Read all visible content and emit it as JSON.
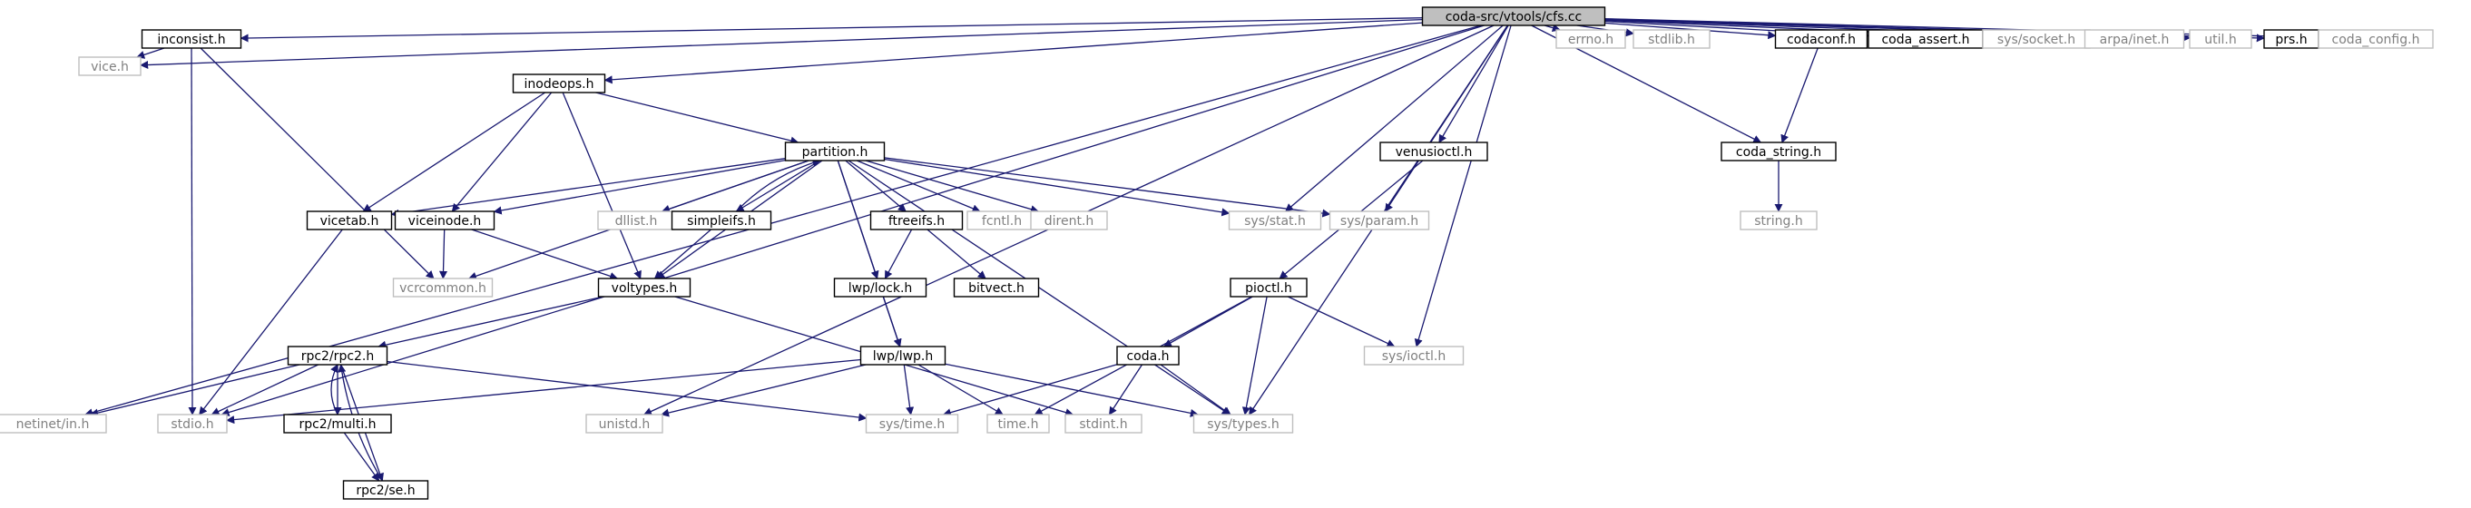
{
  "colors": {
    "edge": "#191970",
    "root_fill": "#bfbfbf",
    "node_border": "#000000",
    "missing_border": "#bfbfbf",
    "missing_text": "#808080",
    "text": "#000000"
  },
  "nodes": [
    {
      "id": "cfs",
      "label": "coda-src/vtools/cfs.cc",
      "kind": "root"
    },
    {
      "id": "inconsist",
      "label": "inconsist.h",
      "kind": "file"
    },
    {
      "id": "inodeops",
      "label": "inodeops.h",
      "kind": "file"
    },
    {
      "id": "errno",
      "label": "errno.h",
      "kind": "missing"
    },
    {
      "id": "stdlib",
      "label": "stdlib.h",
      "kind": "missing"
    },
    {
      "id": "codaconf",
      "label": "codaconf.h",
      "kind": "file"
    },
    {
      "id": "coda_assert",
      "label": "coda_assert.h",
      "kind": "file"
    },
    {
      "id": "syssocket",
      "label": "sys/socket.h",
      "kind": "missing"
    },
    {
      "id": "arpainet",
      "label": "arpa/inet.h",
      "kind": "missing"
    },
    {
      "id": "util",
      "label": "util.h",
      "kind": "missing"
    },
    {
      "id": "prs",
      "label": "prs.h",
      "kind": "file"
    },
    {
      "id": "coda_config",
      "label": "coda_config.h",
      "kind": "missing"
    },
    {
      "id": "vice",
      "label": "vice.h",
      "kind": "missing"
    },
    {
      "id": "partition",
      "label": "partition.h",
      "kind": "file"
    },
    {
      "id": "venusioctl",
      "label": "venusioctl.h",
      "kind": "file"
    },
    {
      "id": "coda_string",
      "label": "coda_string.h",
      "kind": "file"
    },
    {
      "id": "string",
      "label": "string.h",
      "kind": "missing"
    },
    {
      "id": "vicetab",
      "label": "vicetab.h",
      "kind": "file"
    },
    {
      "id": "viceinode",
      "label": "viceinode.h",
      "kind": "file"
    },
    {
      "id": "dllist",
      "label": "dllist.h",
      "kind": "missing"
    },
    {
      "id": "simpleifs",
      "label": "simpleifs.h",
      "kind": "file"
    },
    {
      "id": "ftreeifs",
      "label": "ftreeifs.h",
      "kind": "file"
    },
    {
      "id": "fcntl",
      "label": "fcntl.h",
      "kind": "missing"
    },
    {
      "id": "dirent",
      "label": "dirent.h",
      "kind": "missing"
    },
    {
      "id": "sysstat",
      "label": "sys/stat.h",
      "kind": "missing"
    },
    {
      "id": "sysparam",
      "label": "sys/param.h",
      "kind": "missing"
    },
    {
      "id": "vcrcommon",
      "label": "vcrcommon.h",
      "kind": "missing"
    },
    {
      "id": "voltypes",
      "label": "voltypes.h",
      "kind": "file"
    },
    {
      "id": "lwplock",
      "label": "lwp/lock.h",
      "kind": "file"
    },
    {
      "id": "bitvect",
      "label": "bitvect.h",
      "kind": "file"
    },
    {
      "id": "pioctl",
      "label": "pioctl.h",
      "kind": "file"
    },
    {
      "id": "rpc2",
      "label": "rpc2/rpc2.h",
      "kind": "file"
    },
    {
      "id": "lwp",
      "label": "lwp/lwp.h",
      "kind": "file"
    },
    {
      "id": "coda",
      "label": "coda.h",
      "kind": "file"
    },
    {
      "id": "sysioctl",
      "label": "sys/ioctl.h",
      "kind": "missing"
    },
    {
      "id": "netinetin",
      "label": "netinet/in.h",
      "kind": "missing"
    },
    {
      "id": "stdio",
      "label": "stdio.h",
      "kind": "missing"
    },
    {
      "id": "rpc2multi",
      "label": "rpc2/multi.h",
      "kind": "file"
    },
    {
      "id": "unistd",
      "label": "unistd.h",
      "kind": "missing"
    },
    {
      "id": "systime",
      "label": "sys/time.h",
      "kind": "missing"
    },
    {
      "id": "time",
      "label": "time.h",
      "kind": "missing"
    },
    {
      "id": "stdint",
      "label": "stdint.h",
      "kind": "missing"
    },
    {
      "id": "systypes",
      "label": "sys/types.h",
      "kind": "missing"
    },
    {
      "id": "rpc2se",
      "label": "rpc2/se.h",
      "kind": "file"
    }
  ],
  "edges": [
    [
      "cfs",
      "inconsist"
    ],
    [
      "cfs",
      "inodeops"
    ],
    [
      "cfs",
      "errno"
    ],
    [
      "cfs",
      "stdlib"
    ],
    [
      "cfs",
      "codaconf"
    ],
    [
      "cfs",
      "coda_assert"
    ],
    [
      "cfs",
      "syssocket"
    ],
    [
      "cfs",
      "arpainet"
    ],
    [
      "cfs",
      "util"
    ],
    [
      "cfs",
      "prs"
    ],
    [
      "cfs",
      "coda_config"
    ],
    [
      "cfs",
      "vice"
    ],
    [
      "cfs",
      "venusioctl"
    ],
    [
      "cfs",
      "coda_string"
    ],
    [
      "cfs",
      "sysstat"
    ],
    [
      "cfs",
      "sysparam"
    ],
    [
      "cfs",
      "sysioctl"
    ],
    [
      "cfs",
      "systypes"
    ],
    [
      "cfs",
      "netinetin"
    ],
    [
      "cfs",
      "stdio"
    ],
    [
      "cfs",
      "unistd"
    ],
    [
      "inconsist",
      "vice"
    ],
    [
      "inconsist",
      "stdio"
    ],
    [
      "inconsist",
      "vcrcommon"
    ],
    [
      "inodeops",
      "partition"
    ],
    [
      "inodeops",
      "vicetab"
    ],
    [
      "inodeops",
      "viceinode"
    ],
    [
      "inodeops",
      "voltypes"
    ],
    [
      "codaconf",
      "coda_string"
    ],
    [
      "coda_string",
      "string"
    ],
    [
      "venusioctl",
      "pioctl"
    ],
    [
      "partition",
      "vicetab"
    ],
    [
      "partition",
      "viceinode"
    ],
    [
      "partition",
      "dllist"
    ],
    [
      "partition",
      "simpleifs"
    ],
    [
      "partition",
      "ftreeifs"
    ],
    [
      "partition",
      "fcntl"
    ],
    [
      "partition",
      "dirent"
    ],
    [
      "partition",
      "sysstat"
    ],
    [
      "partition",
      "sysparam"
    ],
    [
      "partition",
      "vcrcommon"
    ],
    [
      "partition",
      "voltypes"
    ],
    [
      "partition",
      "lwplock"
    ],
    [
      "partition",
      "lwp"
    ],
    [
      "partition",
      "systypes"
    ],
    [
      "simpleifs",
      "partition"
    ],
    [
      "simpleifs",
      "voltypes"
    ],
    [
      "ftreeifs",
      "lwplock"
    ],
    [
      "ftreeifs",
      "bitvect"
    ],
    [
      "vicetab",
      "stdio"
    ],
    [
      "viceinode",
      "vcrcommon"
    ],
    [
      "viceinode",
      "voltypes"
    ],
    [
      "voltypes",
      "rpc2"
    ],
    [
      "voltypes",
      "stdint"
    ],
    [
      "lwplock",
      "lwp"
    ],
    [
      "pioctl",
      "coda"
    ],
    [
      "pioctl",
      "sysioctl"
    ],
    [
      "pioctl",
      "systypes"
    ],
    [
      "pioctl",
      "time"
    ],
    [
      "lwp",
      "stdio"
    ],
    [
      "lwp",
      "unistd"
    ],
    [
      "lwp",
      "systime"
    ],
    [
      "lwp",
      "time"
    ],
    [
      "lwp",
      "systypes"
    ],
    [
      "coda",
      "systime"
    ],
    [
      "coda",
      "stdint"
    ],
    [
      "coda",
      "systypes"
    ],
    [
      "rpc2",
      "netinetin"
    ],
    [
      "rpc2",
      "stdio"
    ],
    [
      "rpc2",
      "rpc2multi"
    ],
    [
      "rpc2",
      "rpc2se"
    ],
    [
      "rpc2",
      "systime"
    ],
    [
      "rpc2multi",
      "rpc2"
    ],
    [
      "rpc2multi",
      "rpc2se"
    ],
    [
      "rpc2se",
      "rpc2"
    ]
  ]
}
